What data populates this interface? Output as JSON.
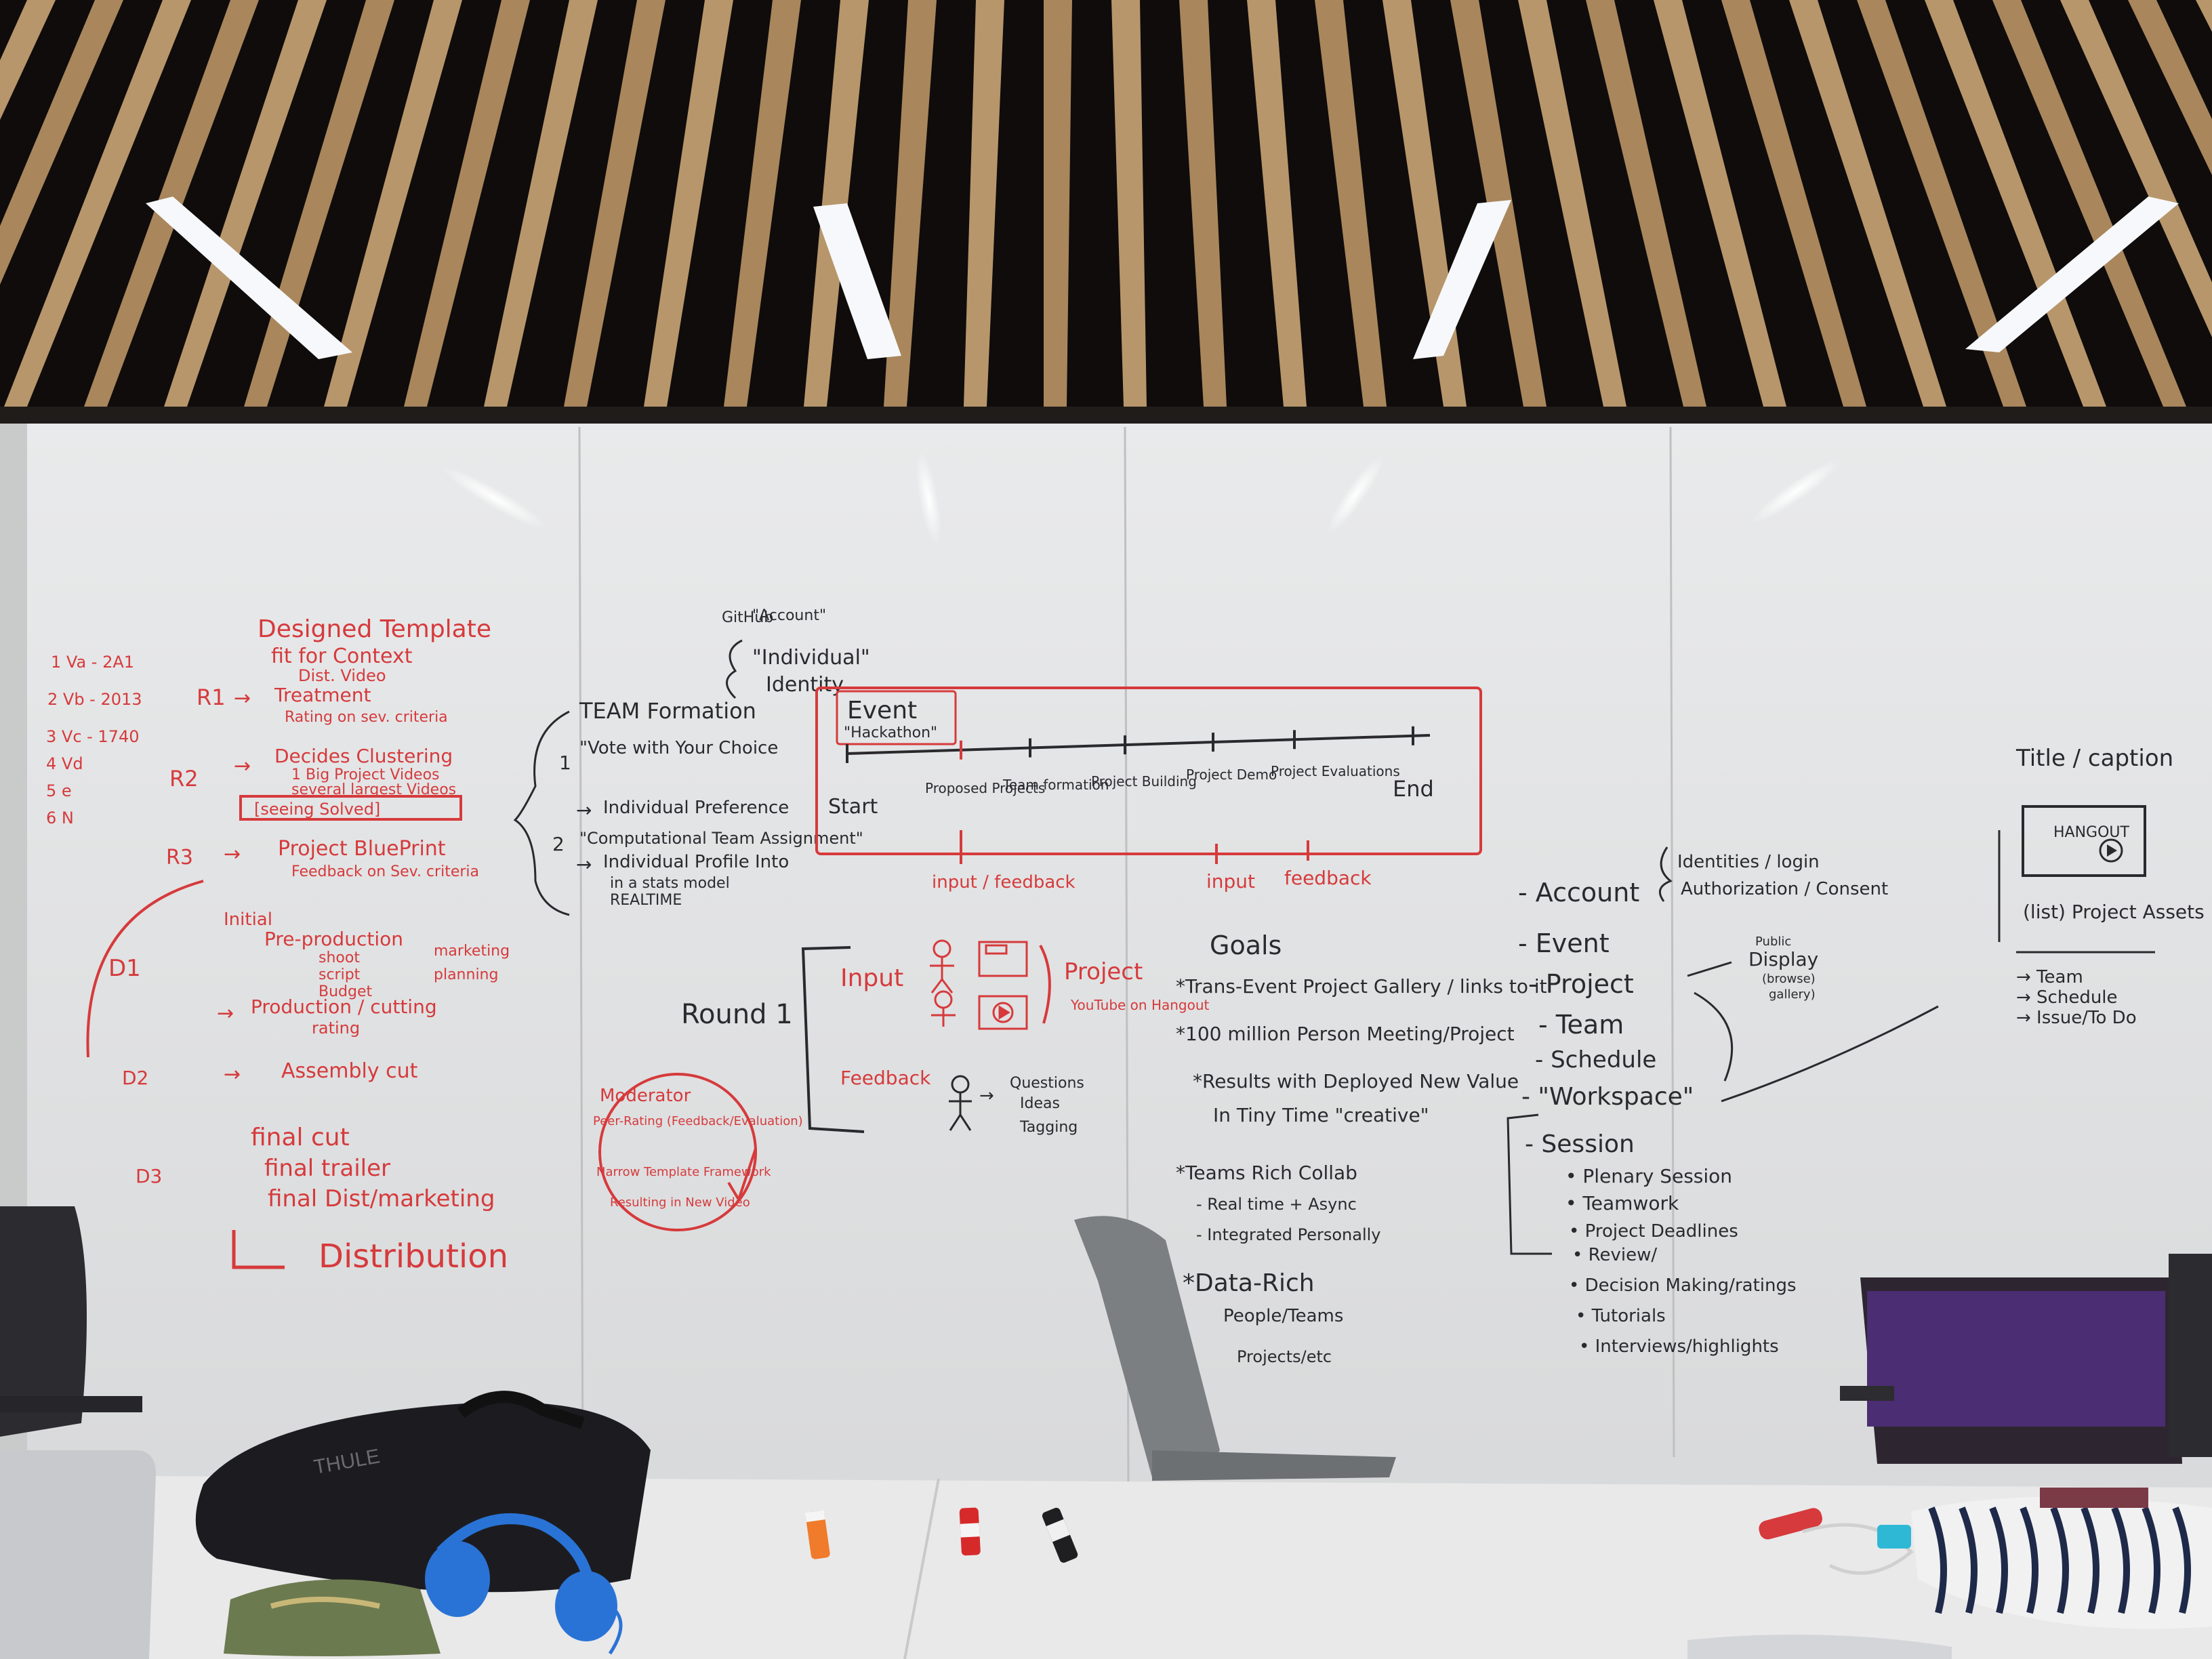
{
  "colors": {
    "marker_red": "#d63a3c",
    "marker_black": "#2a2a2e",
    "whiteboard": "#e6e7e8",
    "ceiling_wood": "#b08d63",
    "table": "#e9e9ea",
    "chair_purple": "#4b2d73"
  },
  "left_panel": {
    "title": "Designed Template",
    "subtitle": "fit for Context",
    "sub2": "Dist. Video",
    "versions": [
      "1 Va - 2A1",
      "2 Vb - 2013",
      "3 Vc - 1740",
      "4 Vd",
      "5 e",
      "6 N"
    ],
    "r1": "R1",
    "r2": "R2",
    "r3": "R3",
    "treatment": "Treatment",
    "rating_criteria": "Rating on sev. criteria",
    "decides": "Decides Clustering",
    "big_project": "1 Big Project Videos",
    "several": "several largest Videos",
    "boxed": "[seeing Solved]",
    "blueprint": "Project BluePrint",
    "feedback_sev": "Feedback on Sev. criteria",
    "d1": "D1",
    "initial": "Initial",
    "pre_production": "Pre-production",
    "shoot": "shoot",
    "script": "script",
    "budget": "Budget",
    "marketing": "marketing",
    "planning": "planning",
    "production": "Production / cutting",
    "rating": "rating",
    "assembly": "Assembly cut",
    "final_cut": "final cut",
    "final_trailer": "final trailer",
    "final_dist": "final Dist/marketing",
    "distribution": "Distribution",
    "d2": "D2",
    "d3": "D3"
  },
  "team_panel": {
    "title": "TEAM Formation",
    "vote": "\"Vote with Your Choice",
    "individual_pref": "Individual Preference",
    "computational": "\"Computational Team Assignment\"",
    "profile": "Individual Profile Into",
    "stats_model": "in a stats model",
    "realtime": "REALTIME",
    "github": "GitHub",
    "account_q": "\"Account\"",
    "individual_q": "\"Individual\"",
    "identity": "Identity",
    "n1": "1",
    "n2": "2"
  },
  "timeline": {
    "event": "Event",
    "hackathon": "\"Hackathon\"",
    "stages": [
      "Start",
      "Proposed Projects",
      "Team formation",
      "Project Building",
      "Project Demo",
      "Project Evaluations",
      "End"
    ],
    "input_feedback": "input / feedback",
    "input": "input",
    "feedback": "feedback"
  },
  "round": {
    "label": "Round 1",
    "input": "Input",
    "project": "Project",
    "youtube": "YouTube on Hangout",
    "feedback": "Feedback",
    "questions": "Questions",
    "ideas": "Ideas",
    "tagging": "Tagging"
  },
  "circle_notes": {
    "moderator": "Moderator",
    "peer_rating": "Peer-Rating (Feedback/Evaluation)",
    "narrow": "Narrow Template Framework",
    "resulting": "Resulting in New Video"
  },
  "goals": {
    "title": "Goals",
    "items": [
      "*Trans-Event Project Gallery / links to it",
      "*100 million Person Meeting/Project",
      "*Results with Deployed New Value",
      "In Tiny Time \"creative\"",
      "*Teams Rich Collab",
      "- Real time + Async",
      "- Integrated Personally",
      "*Data-Rich",
      "People/Teams",
      "Projects/etc"
    ]
  },
  "account_panel": {
    "items": [
      "- Account",
      "- Event",
      "- Project",
      "- Team",
      "- Schedule",
      "- \"Workspace\""
    ],
    "identities": "Identities / login",
    "authorization": "Authorization / Consent",
    "public": "Public",
    "display": "Display",
    "browse": "(browse)",
    "gallery": "gallery)",
    "session": "- Session",
    "session_items": [
      "• Plenary Session",
      "• Teamwork",
      "• Project Deadlines",
      "• Review/",
      "• Decision Making/ratings",
      "• Tutorials",
      "• Interviews/highlights"
    ]
  },
  "right_panel": {
    "title": "Title / caption",
    "hangout": "HANGOUT",
    "assets": "(list) Project Assets",
    "items": [
      "→ Team",
      "→ Schedule",
      "→ Issue/To Do"
    ]
  },
  "objects": {
    "backpack_brand": "THULE"
  }
}
